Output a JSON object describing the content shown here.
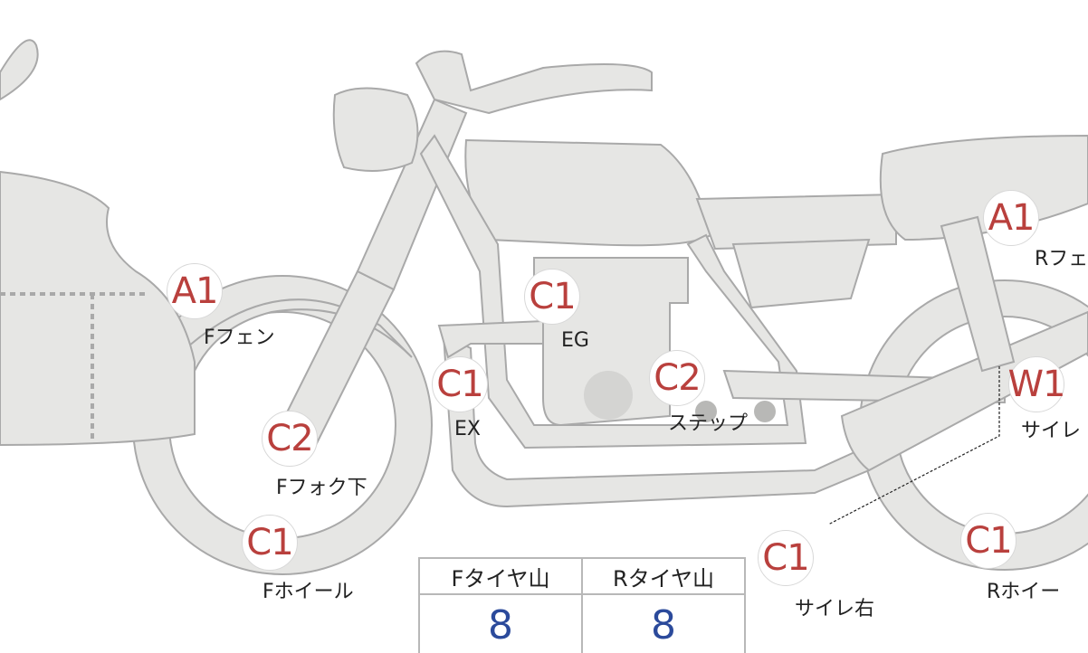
{
  "colors": {
    "body_fill": "#e6e6e4",
    "outline": "#a9a9a9",
    "marker_text": "#b9403d",
    "value_text": "#2b4a9b"
  },
  "markers": [
    {
      "code": "A1",
      "label": "Fフェン"
    },
    {
      "code": "C2",
      "label": "Fフォク下"
    },
    {
      "code": "C1",
      "label": "Fホイール"
    },
    {
      "code": "C1",
      "label": "EX"
    },
    {
      "code": "C1",
      "label": "EG"
    },
    {
      "code": "C2",
      "label": "ステップ"
    },
    {
      "code": "C1",
      "label": "サイレ右"
    },
    {
      "code": "A1",
      "label": "Rフェ"
    },
    {
      "code": "W1",
      "label": "サイレ"
    },
    {
      "code": "C1",
      "label": "Rホイー"
    }
  ],
  "tread_table": {
    "headers": [
      "Fタイヤ山",
      "Rタイヤ山"
    ],
    "values": [
      "8",
      "8"
    ]
  }
}
